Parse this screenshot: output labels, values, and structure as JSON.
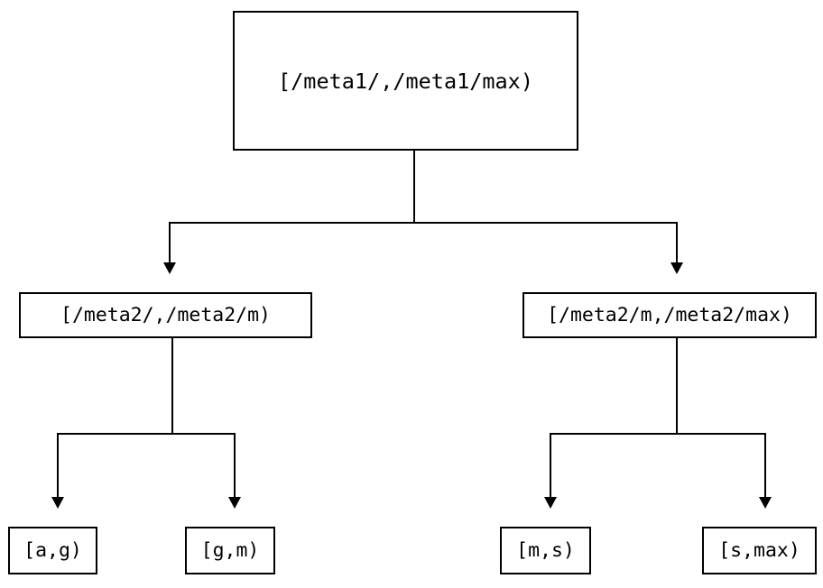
{
  "diagram": {
    "type": "range-partition-tree",
    "background_color": "#ffffff",
    "line_color": "#000000",
    "nodes": {
      "root": {
        "label": "[/meta1/,/meta1/max)"
      },
      "mid_left": {
        "label": "[/meta2/,/meta2/m)"
      },
      "mid_right": {
        "label": "[/meta2/m,/meta2/max)"
      },
      "leaf_a_g": {
        "label": "[a,g)"
      },
      "leaf_g_m": {
        "label": "[g,m)"
      },
      "leaf_m_s": {
        "label": "[m,s)"
      },
      "leaf_s_max": {
        "label": "[s,max)"
      }
    },
    "edges": [
      {
        "from": "root",
        "to": "mid_left",
        "arrow": "down"
      },
      {
        "from": "root",
        "to": "mid_right",
        "arrow": "down"
      },
      {
        "from": "mid_left",
        "to": "leaf_a_g",
        "arrow": "down"
      },
      {
        "from": "mid_left",
        "to": "leaf_g_m",
        "arrow": "down"
      },
      {
        "from": "mid_right",
        "to": "leaf_m_s",
        "arrow": "down"
      },
      {
        "from": "mid_right",
        "to": "leaf_s_max",
        "arrow": "down"
      }
    ]
  }
}
